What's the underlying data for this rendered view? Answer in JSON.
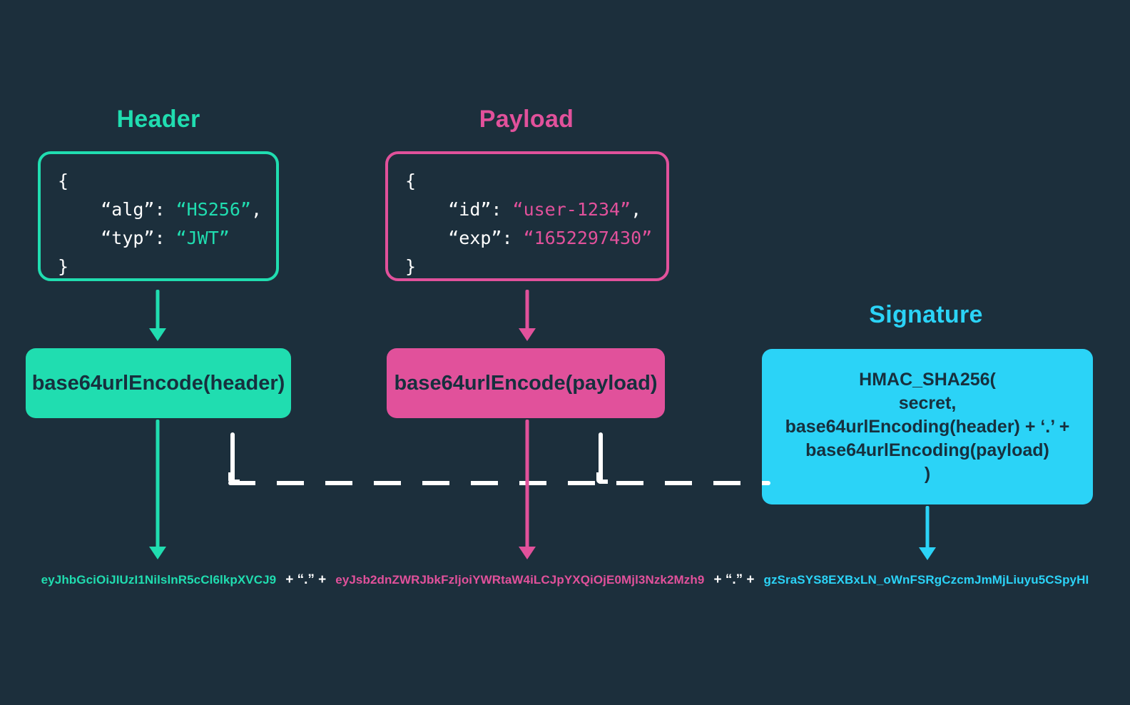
{
  "theme": {
    "background": "#1c2f3c",
    "header_color": "#20ddb0",
    "payload_color": "#e1519b",
    "signature_color": "#2bd3f7",
    "text_on_fill": "#17303e",
    "connector_color": "#ffffff"
  },
  "columns": {
    "header": {
      "title": "Header",
      "json": {
        "open_brace": "{",
        "line1_key": "“alg”: ",
        "line1_value": "“HS256”",
        "line1_comma": ",",
        "line2_key": "“typ”: ",
        "line2_value": "“JWT”",
        "close_brace": "}"
      },
      "encode_label": "base64urlEncode(header)",
      "token": "eyJhbGciOiJIUzI1NilslnR5cCl6lkpXVCJ9"
    },
    "payload": {
      "title": "Payload",
      "json": {
        "open_brace": "{",
        "line1_key": "“id”: ",
        "line1_value": "“user-1234”",
        "line1_comma": ",",
        "line2_key": "“exp”: ",
        "line2_value": "“1652297430”",
        "close_brace": "}"
      },
      "encode_label": "base64urlEncode(payload)",
      "token": "eyJsb2dnZWRJbkFzljoiYWRtaW4iLCJpYXQiOjE0Mjl3Nzk2Mzh9"
    },
    "signature": {
      "title": "Signature",
      "expression": "HMAC_SHA256(\nsecret,\nbase64urlEncoding(header) + ‘.’ +\nbase64urlEncoding(payload)\n)",
      "token": "gzSraSYS8EXBxLN_oWnFSRgCzcmJmMjLiuyu5CSpyHI"
    }
  },
  "joiner": "+ “.” +"
}
